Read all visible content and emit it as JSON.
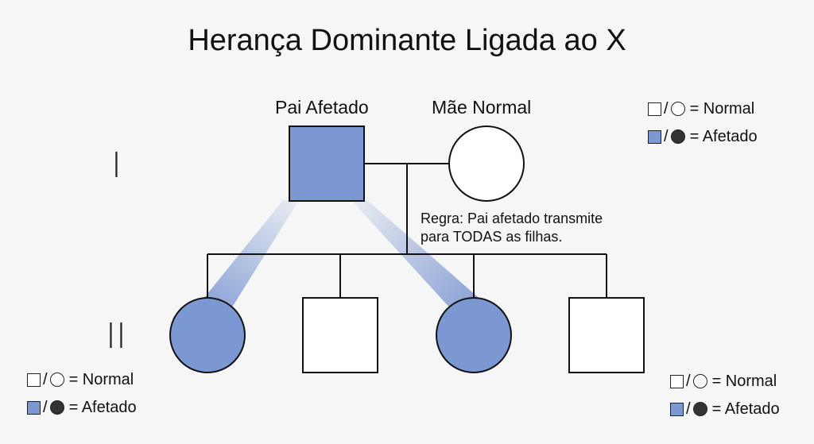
{
  "title": "Herança Dominante Ligada ao X",
  "generations": [
    "I",
    "II"
  ],
  "parents": {
    "father_label": "Pai Afetado",
    "mother_label": "Mãe Normal"
  },
  "rule": {
    "line1": "Regra: Pai afetado transmite",
    "line2": "para TODAS as filhas."
  },
  "legend": {
    "normal": "= Normal",
    "affected": "= Afetado"
  },
  "children": [
    {
      "sex": "female",
      "status": "affected"
    },
    {
      "sex": "male",
      "status": "normal"
    },
    {
      "sex": "female",
      "status": "affected"
    },
    {
      "sex": "male",
      "status": "normal"
    }
  ],
  "colors": {
    "affected_fill": "#7b98d2",
    "legend_affected_circle": "#333333",
    "line": "#111111",
    "background": "#f6f6f6"
  }
}
